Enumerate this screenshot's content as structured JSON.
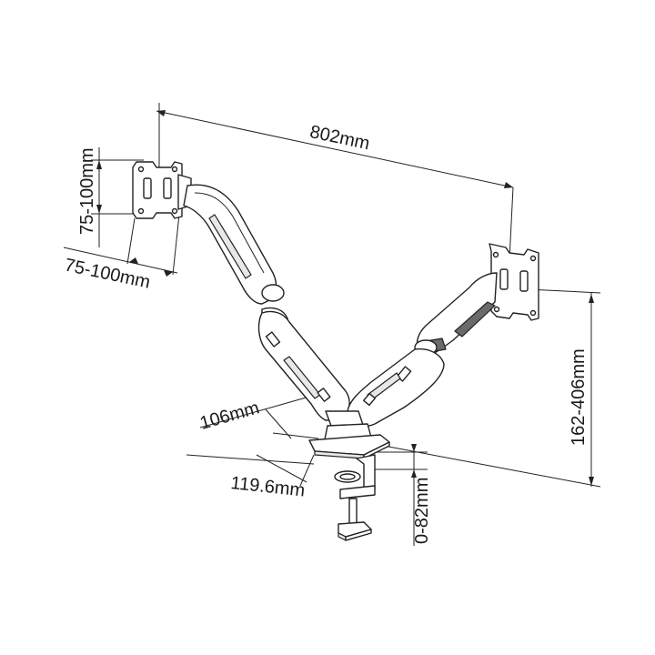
{
  "dimensions": {
    "total_span": "802mm",
    "vesa_vertical": "75-100mm",
    "vesa_horizontal": "75-100mm",
    "height_range": "162-406mm",
    "base_depth": "106mm",
    "base_width": "119.6mm",
    "clamp_range": "0-82mm"
  },
  "colors": {
    "line": "#222222",
    "background": "#ffffff",
    "accent_fill": "#6a6a6a"
  }
}
